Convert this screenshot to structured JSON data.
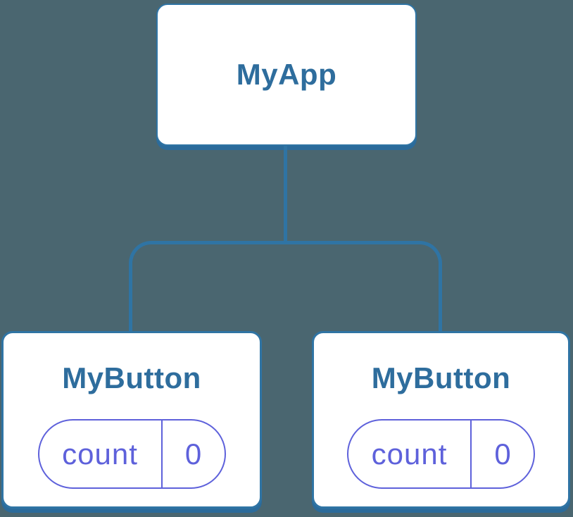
{
  "diagram": {
    "description": "component tree",
    "colors": {
      "background": "#4A6670",
      "node_fill": "#FFFFFF",
      "node_border": "#2F74A4",
      "node_shadow": "#2B6B9B",
      "title_text": "#2E6D9D",
      "state_accent": "#5E61DB"
    },
    "tree": {
      "root": {
        "label": "MyApp"
      },
      "children": [
        {
          "label": "MyButton",
          "state": {
            "key": "count",
            "value": "0"
          }
        },
        {
          "label": "MyButton",
          "state": {
            "key": "count",
            "value": "0"
          }
        }
      ]
    }
  }
}
